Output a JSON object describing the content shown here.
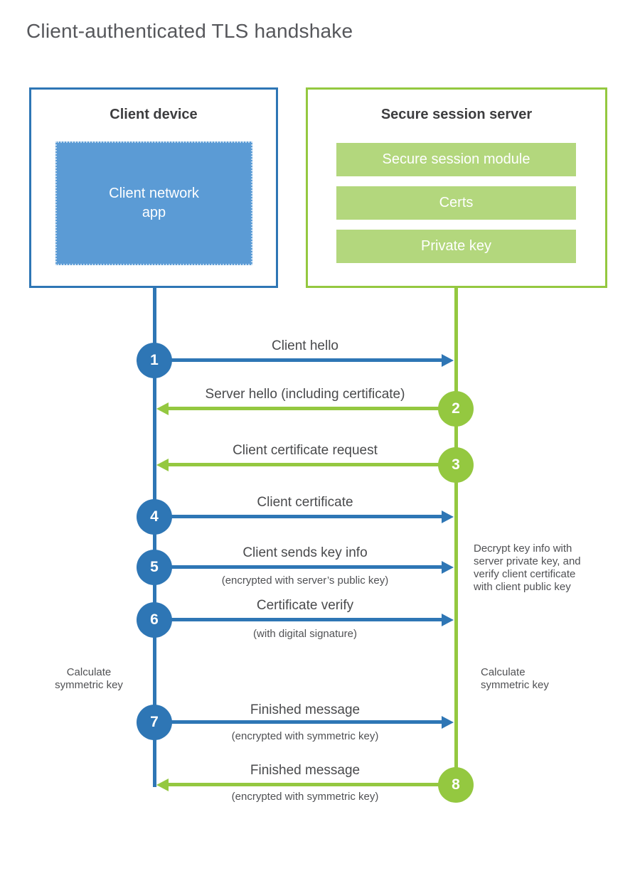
{
  "title": "Client-authenticated TLS handshake",
  "colors": {
    "blue": "#2e76b5",
    "blue_fill": "#5b9bd5",
    "green": "#94c840",
    "green_fill": "#b3d77d",
    "text": "#494a4c",
    "title_text": "#56575b"
  },
  "client": {
    "header": "Client device",
    "app": "Client network\napp"
  },
  "server": {
    "header": "Secure session server",
    "modules": [
      "Secure session module",
      "Certs",
      "Private key"
    ]
  },
  "steps": [
    {
      "num": "1",
      "label": "Client hello",
      "sub": "",
      "direction": "client-to-server",
      "color": "blue"
    },
    {
      "num": "2",
      "label": "Server hello (including certificate)",
      "sub": "",
      "direction": "server-to-client",
      "color": "green"
    },
    {
      "num": "3",
      "label": "Client certificate request",
      "sub": "",
      "direction": "server-to-client",
      "color": "green"
    },
    {
      "num": "4",
      "label": "Client certificate",
      "sub": "",
      "direction": "client-to-server",
      "color": "blue"
    },
    {
      "num": "5",
      "label": "Client sends key info",
      "sub": "(encrypted with server’s public key)",
      "direction": "client-to-server",
      "color": "blue"
    },
    {
      "num": "6",
      "label": "Certificate verify",
      "sub": "(with digital signature)",
      "direction": "client-to-server",
      "color": "blue"
    },
    {
      "num": "7",
      "label": "Finished message",
      "sub": "(encrypted with symmetric key)",
      "direction": "client-to-server",
      "color": "blue"
    },
    {
      "num": "8",
      "label": "Finished message",
      "sub": "(encrypted with symmetric key)",
      "direction": "server-to-client",
      "color": "green"
    }
  ],
  "notes": {
    "decrypt": "Decrypt key info with\nserver private key, and\nverify client certificate\nwith client public key",
    "calc_left": "Calculate\nsymmetric key",
    "calc_right": "Calculate\nsymmetric key"
  }
}
